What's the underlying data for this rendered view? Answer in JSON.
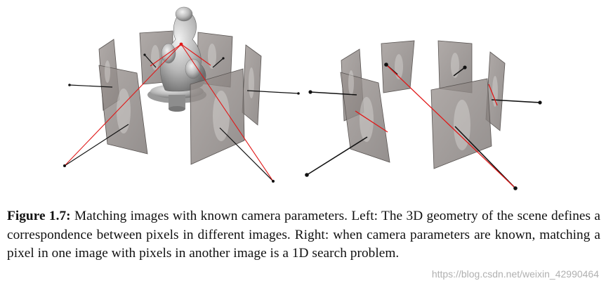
{
  "figure": {
    "caption_label": "Figure 1.7:",
    "caption_text": " Matching images with known camera parameters. Left: The 3D geometry of the scene defines a correspondence between pixels in different images. Right: when camera parameters are known, matching a pixel in one image with pixels in another image is a 1D search problem."
  },
  "watermark": {
    "text": "https://blog.csdn.net/weixin_42990464"
  },
  "colors": {
    "panel_fill": "#8d8784",
    "panel_stroke": "#5a5553",
    "ray_black": "#111111",
    "ray_red": "#e01818",
    "statue": "#b8b8b8"
  }
}
